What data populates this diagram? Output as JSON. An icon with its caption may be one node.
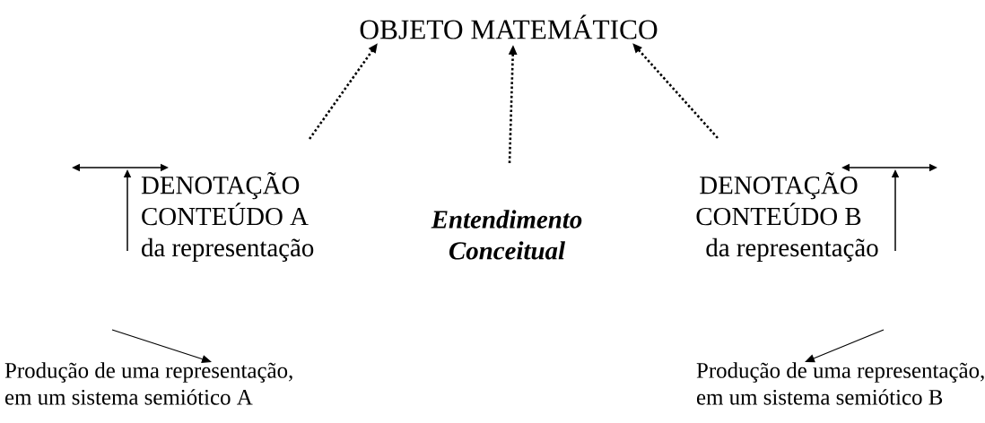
{
  "diagram": {
    "nodes": [
      {
        "text": [
          "OBJETO MATEMÁTICO"
        ]
      },
      {
        "text": [
          "DENOTAÇÃO CONTEÚDO A",
          "da representação"
        ]
      },
      {
        "text": [
          "Entendimento Conceitual"
        ]
      },
      {
        "text": [
          "DENOTAÇÃO CONTEÚDO B",
          "da representação"
        ]
      },
      {
        "text": [
          "Produção de uma representação, em um sistema semiótico A"
        ]
      },
      {
        "text": [
          "Produção de uma representação, em um sistema semiótico B"
        ]
      }
    ],
    "edges": [
      {
        "from": 1,
        "to": 0,
        "arrow": "to",
        "style": "dashed"
      },
      {
        "from": 2,
        "to": 0,
        "arrow": "to",
        "style": "dashed"
      },
      {
        "from": 3,
        "to": 0,
        "arrow": "to",
        "style": "dashed"
      },
      {
        "from": null,
        "to": 4,
        "arrow": "to"
      },
      {
        "from": null,
        "to": 5,
        "arrow": "to"
      }
    ]
  }
}
